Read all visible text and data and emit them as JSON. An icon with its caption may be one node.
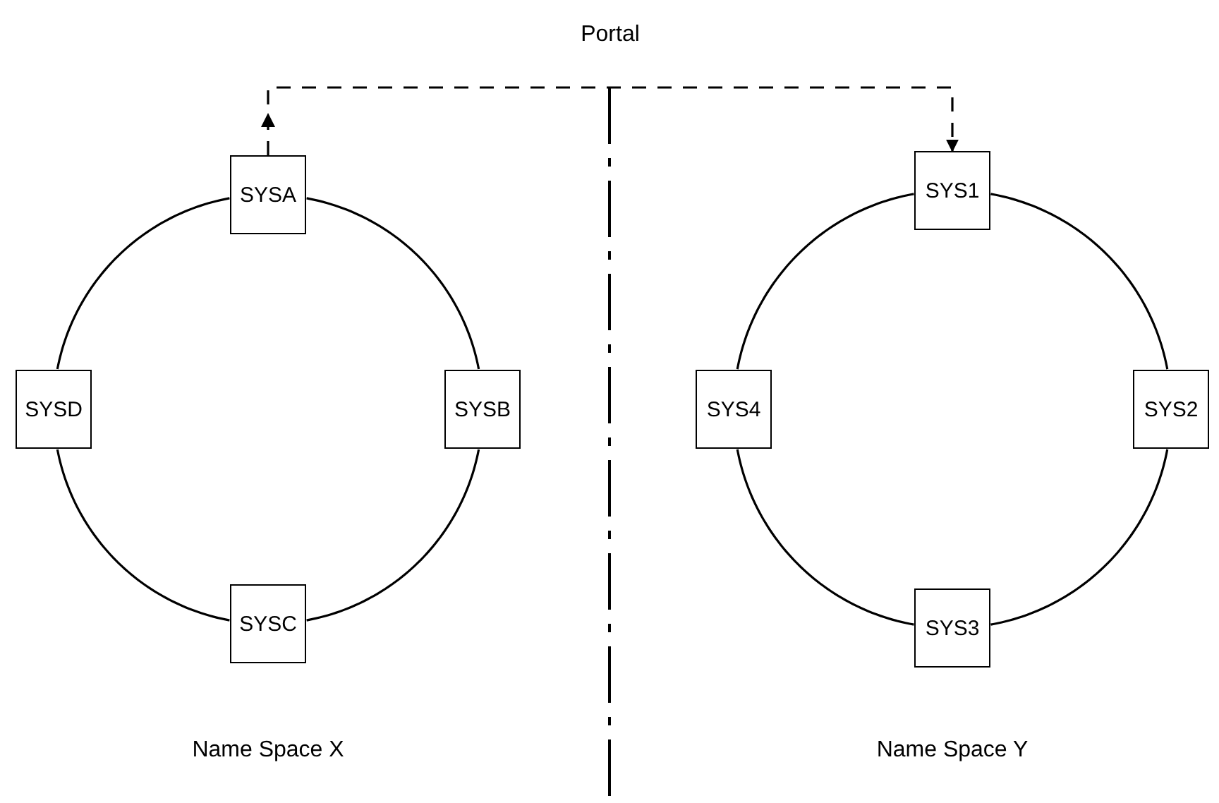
{
  "diagram": {
    "nodes": [
      {
        "text": [
          "SYSA"
        ]
      },
      {
        "text": [
          "SYSB"
        ]
      },
      {
        "text": [
          "SYSC"
        ]
      },
      {
        "text": [
          "SYSD"
        ]
      },
      {
        "text": [
          "SYS1"
        ]
      },
      {
        "text": [
          "SYS2"
        ]
      },
      {
        "text": [
          "SYS3"
        ]
      },
      {
        "text": [
          "SYS4"
        ]
      }
    ],
    "edges": [
      {
        "from": 0,
        "to": 1,
        "arrow": "none"
      },
      {
        "from": 1,
        "to": 2,
        "arrow": "none"
      },
      {
        "from": 2,
        "to": 3,
        "arrow": "none"
      },
      {
        "from": 3,
        "to": 0,
        "arrow": "none"
      },
      {
        "from": 4,
        "to": 5,
        "arrow": "none"
      },
      {
        "from": 5,
        "to": 6,
        "arrow": "none"
      },
      {
        "from": 6,
        "to": 7,
        "arrow": "none"
      },
      {
        "from": 7,
        "to": 4,
        "arrow": "none"
      },
      {
        "from": 0,
        "to": 4,
        "arrow": "to",
        "label": "Portal",
        "style": "dashed"
      }
    ],
    "labels": [
      "Name Space X",
      "Name Space Y"
    ]
  }
}
